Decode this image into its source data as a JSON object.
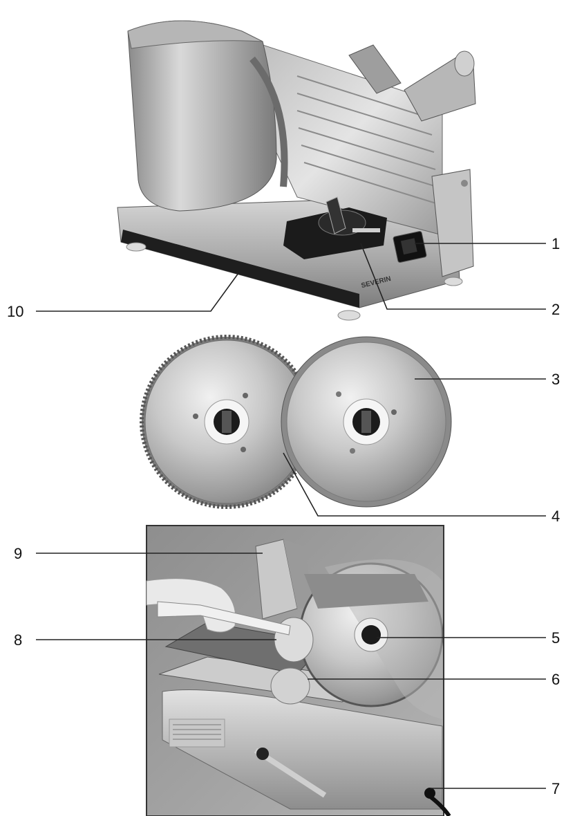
{
  "callouts": [
    {
      "id": "1",
      "label": "1"
    },
    {
      "id": "2",
      "label": "2"
    },
    {
      "id": "3",
      "label": "3"
    },
    {
      "id": "4",
      "label": "4"
    },
    {
      "id": "5",
      "label": "5"
    },
    {
      "id": "6",
      "label": "6"
    },
    {
      "id": "7",
      "label": "7"
    },
    {
      "id": "8",
      "label": "8"
    },
    {
      "id": "9",
      "label": "9"
    },
    {
      "id": "10",
      "label": "10"
    }
  ],
  "brand_mark": "SEVERIN",
  "colors": {
    "metal_light": "#d4d4d4",
    "metal_mid": "#a9a9a9",
    "metal_dark": "#6e6e6e",
    "base_black": "#1a1a1a",
    "photo_bg": "#9a9a9a"
  }
}
